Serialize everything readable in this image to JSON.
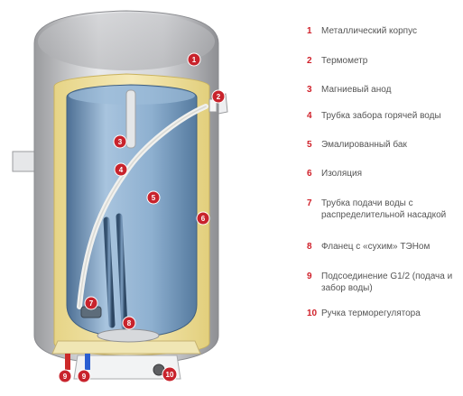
{
  "legend": [
    {
      "num": "1",
      "text": "Металлический корпус"
    },
    {
      "num": "2",
      "text": "Термометр"
    },
    {
      "num": "3",
      "text": "Магниевый анод"
    },
    {
      "num": "4",
      "text": "Трубка забора горячей воды"
    },
    {
      "num": "5",
      "text": "Эмалированный бак"
    },
    {
      "num": "6",
      "text": "Изоляция"
    },
    {
      "num": "7",
      "text": "Трубка подачи воды с распределительной насадкой"
    },
    {
      "num": "8",
      "text": "Фланец с «сухим» ТЭНом"
    },
    {
      "num": "9",
      "text": "Подсоединение G1/2 (подача и забор воды)"
    },
    {
      "num": "10",
      "text": "Ручка терморегулятора"
    }
  ],
  "markers": [
    "1",
    "2",
    "3",
    "4",
    "5",
    "6",
    "7",
    "8",
    "9",
    "9",
    "10"
  ],
  "colors": {
    "marker": "#c8232c",
    "legend_number": "#d0202a",
    "casing": "#d9dadc",
    "insulation": "#efdf9a",
    "tank": "#7fa4c8"
  }
}
